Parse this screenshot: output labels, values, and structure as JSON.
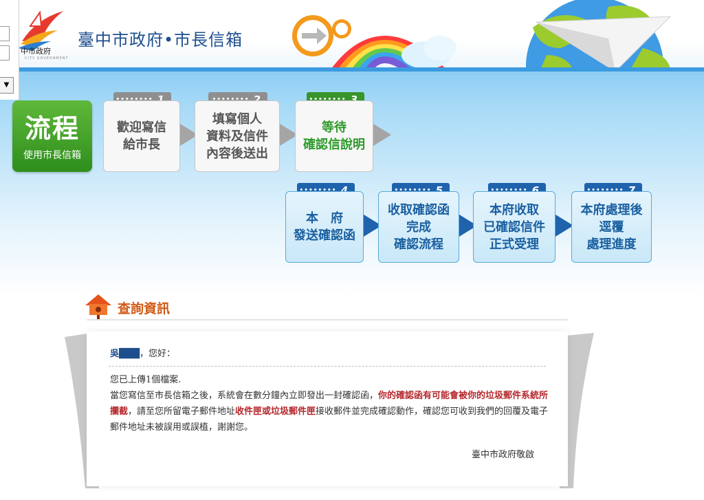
{
  "header": {
    "logo_sub": "中市政府",
    "logo_tiny": "CITY GOVERNMENT",
    "title_part1": "臺中市政府",
    "title_dot": "•",
    "title_part2": "市長信箱"
  },
  "flow": {
    "badge_big": "流程",
    "badge_small": "使用市長信箱",
    "steps": [
      {
        "num": "1",
        "lines": [
          "歡迎寫信",
          "給市長"
        ]
      },
      {
        "num": "2",
        "lines": [
          "填寫個人",
          "資料及信件",
          "內容後送出"
        ]
      },
      {
        "num": "3",
        "lines": [
          "等待",
          "確認信說明"
        ]
      },
      {
        "num": "4",
        "lines": [
          "本　府",
          "發送確認函"
        ]
      },
      {
        "num": "5",
        "lines": [
          "收取確認函",
          "完成",
          "確認流程"
        ]
      },
      {
        "num": "6",
        "lines": [
          "本府收取",
          "已確認信件",
          "正式受理"
        ]
      },
      {
        "num": "7",
        "lines": [
          "本府處理後",
          "逕覆",
          "處理進度"
        ]
      }
    ],
    "tab_dots": "••••••••"
  },
  "query": {
    "title": "查詢資訊",
    "name": "吳███",
    "greeting": "，您好：",
    "line1": "您已上傳1個檔案.",
    "p1": "當您寫信至市長信箱之後，系統會在數分鐘內立即發出一封確認函，",
    "p1_red": "你的確認函有可能會被你的垃圾郵件系統所攔截",
    "p2": "，請至您所留電子郵件地址",
    "p2_red": "收件匣或垃圾郵件匣",
    "p3": "接收郵件並完成確認動作，確認您可收到我們的回覆及電子郵件地址未被誤用或誤植，謝謝您。",
    "sign": "臺中市政府敬啟"
  },
  "colors": {
    "title_blue": "#1d4f8e",
    "flow_green": "#37952a",
    "step_blue": "#1f63ad",
    "query_orange": "#d25a16",
    "warn_red": "#b5272c"
  }
}
